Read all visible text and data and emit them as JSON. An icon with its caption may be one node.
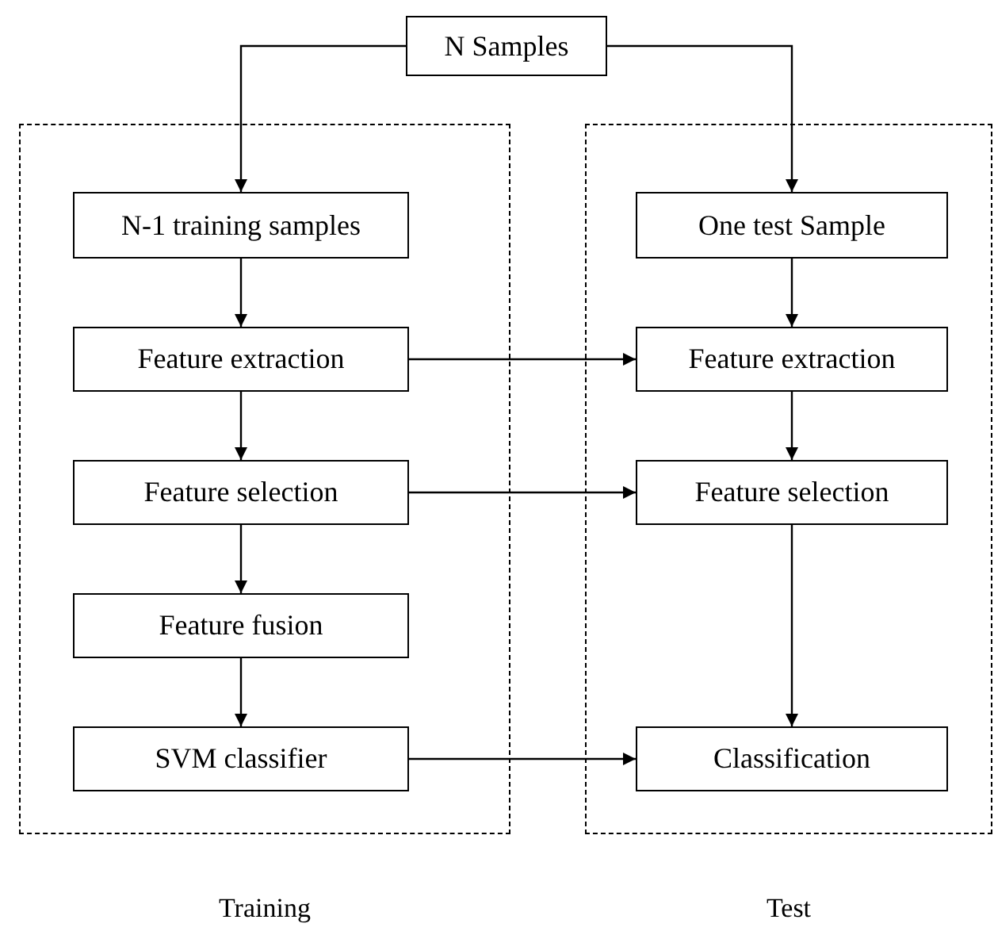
{
  "diagram": {
    "nodes": [
      {
        "text": [
          "N Samples"
        ]
      },
      {
        "text": [
          "Training"
        ]
      },
      {
        "text": [
          "Test"
        ]
      },
      {
        "text": [
          "N-1 training samples"
        ],
        "in": 1
      },
      {
        "text": [
          "Feature extraction"
        ],
        "in": 1
      },
      {
        "text": [
          "Feature selection"
        ],
        "in": 1
      },
      {
        "text": [
          "Feature fusion"
        ],
        "in": 1
      },
      {
        "text": [
          "SVM classifier"
        ],
        "in": 1
      },
      {
        "text": [
          "One test Sample"
        ],
        "in": 2
      },
      {
        "text": [
          "Feature extraction"
        ],
        "in": 2
      },
      {
        "text": [
          "Feature selection"
        ],
        "in": 2
      },
      {
        "text": [
          "Classification"
        ],
        "in": 2
      }
    ],
    "edges": [
      {
        "from": 0,
        "to": 3,
        "arrow": "to"
      },
      {
        "from": 0,
        "to": 8,
        "arrow": "to"
      },
      {
        "from": 3,
        "to": 4,
        "arrow": "to"
      },
      {
        "from": 4,
        "to": 5,
        "arrow": "to"
      },
      {
        "from": 5,
        "to": 6,
        "arrow": "to"
      },
      {
        "from": 6,
        "to": 7,
        "arrow": "to"
      },
      {
        "from": 8,
        "to": 9,
        "arrow": "to"
      },
      {
        "from": 9,
        "to": 10,
        "arrow": "to"
      },
      {
        "from": 10,
        "to": 11,
        "arrow": "to"
      },
      {
        "from": 4,
        "to": 9,
        "arrow": "to"
      },
      {
        "from": 5,
        "to": 10,
        "arrow": "to"
      },
      {
        "from": 7,
        "to": 11,
        "arrow": "to"
      }
    ]
  }
}
